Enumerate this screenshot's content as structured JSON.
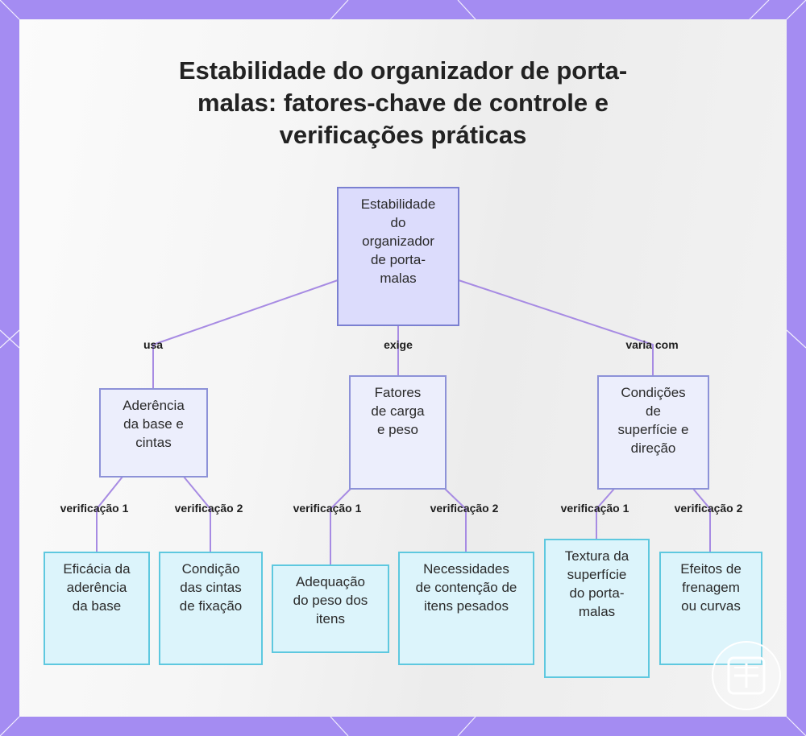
{
  "title": "Estabilidade do organizador de porta-malas: fatores-chave de controle e verificações práticas",
  "colors": {
    "frame": "#a48cf2",
    "connector": "#a78be3",
    "root_fill": "#dcdcfc",
    "mid_fill": "#eceefc",
    "leaf_fill": "#dcf4fb",
    "leaf_border": "#5ec8df"
  },
  "root": {
    "label": "Estabilidade do organizador de porta-malas"
  },
  "branches": [
    {
      "edge_label": "usa",
      "label": "Aderência da base e cintas",
      "children": [
        {
          "edge_label": "verificação 1",
          "label": "Eficácia da aderência da base"
        },
        {
          "edge_label": "verificação 2",
          "label": "Condição das cintas de fixação"
        }
      ]
    },
    {
      "edge_label": "exige",
      "label": "Fatores de carga e peso",
      "children": [
        {
          "edge_label": "verificação 1",
          "label": "Adequação do peso dos itens"
        },
        {
          "edge_label": "verificação 2",
          "label": "Necessidades de contenção de itens pesados"
        }
      ]
    },
    {
      "edge_label": "varia com",
      "label": "Condições de superfície e direção",
      "children": [
        {
          "edge_label": "verificação 1",
          "label": "Textura da superfície do porta-malas"
        },
        {
          "edge_label": "verificação 2",
          "label": "Efeitos de frenagem ou curvas"
        }
      ]
    }
  ],
  "logo_icon": "grid-logo-icon"
}
